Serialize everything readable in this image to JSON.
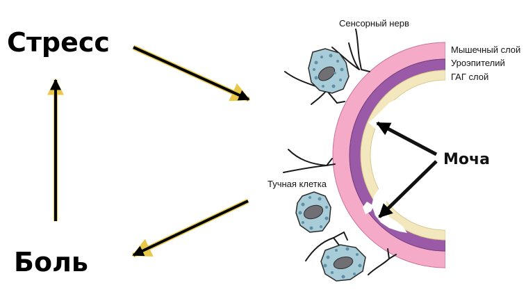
{
  "labels": {
    "stress": "Стресс",
    "pain": "Боль",
    "urine": "Моча",
    "sensory_nerve": "Сенсорный нерв",
    "muscle_layer": "Мышечный слой",
    "urothelium": "Уроэпителий",
    "gag_layer": "ГАГ слой",
    "mast_cell": "Тучная клетка"
  },
  "colors": {
    "muscle": "#f5aac8",
    "urothelium": "#9b5aa8",
    "gag": "#f3e8bd",
    "arrow": "#000000",
    "arrow_glow": "#e8c84a",
    "cell_fill": "#a8ccd8",
    "cell_dots": "#5f8fa6",
    "nucleus": "#6f6f74"
  }
}
